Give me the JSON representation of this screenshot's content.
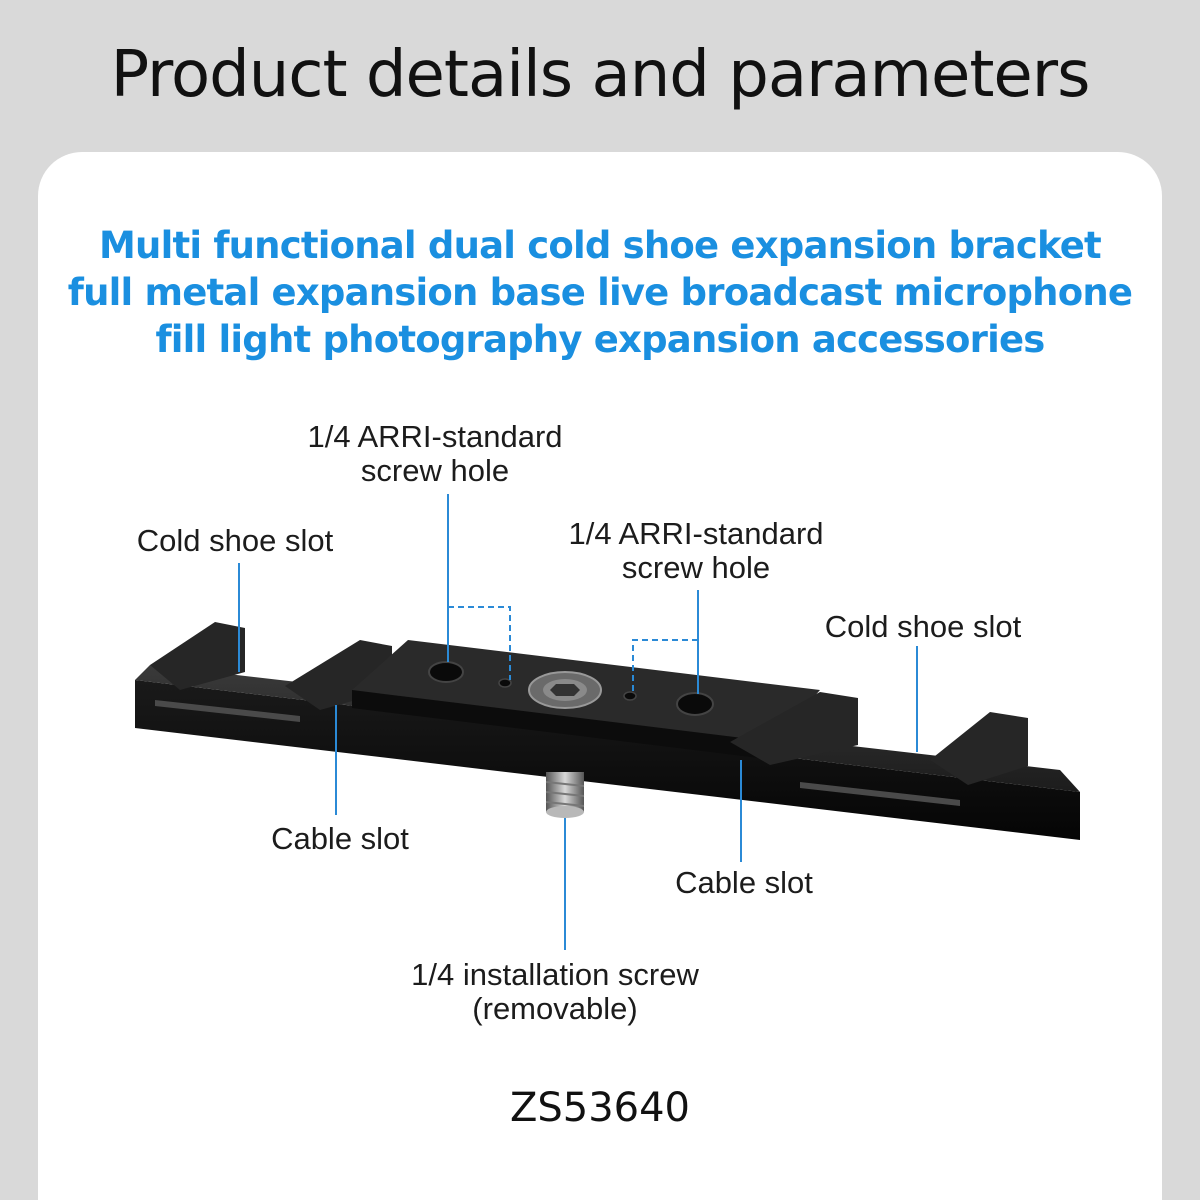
{
  "page_title": "Product details and parameters",
  "headline": [
    "Multi functional dual cold shoe expansion bracket",
    "full metal expansion base live broadcast microphone",
    "fill light photography expansion accessories"
  ],
  "labels": {
    "arri_left": [
      "1/4 ARRI-standard",
      "screw hole"
    ],
    "arri_right": [
      "1/4 ARRI-standard",
      "screw hole"
    ],
    "cold_shoe_left": "Cold shoe slot",
    "cold_shoe_right": "Cold shoe slot",
    "cable_left": "Cable slot",
    "cable_right": "Cable slot",
    "install_screw": [
      "1/4 installation screw",
      "(removable)"
    ]
  },
  "model_number": "ZS53640",
  "colors": {
    "accent": "#1a8fe0",
    "leader": "#2b8ad6",
    "metal": "#151515"
  }
}
